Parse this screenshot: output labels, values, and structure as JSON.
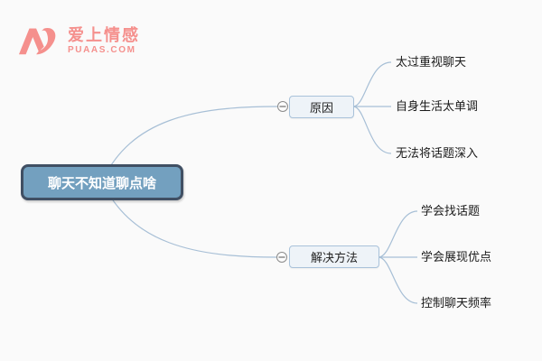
{
  "logo": {
    "brand": "爱上情感",
    "domain": "PUAAS.COM",
    "color": "#f5908d",
    "icon": "puaas-monogram-icon"
  },
  "mindmap": {
    "root": {
      "label": "聊天不知道聊点啥",
      "fill": "#73a0bf",
      "border": "#404f63",
      "text_color": "#ffffff"
    },
    "branches": [
      {
        "label": "原因",
        "collapse_icon": "minus",
        "children": [
          "太过重视聊天",
          "自身生活太单调",
          "无法将话题深入"
        ]
      },
      {
        "label": "解决方法",
        "collapse_icon": "minus",
        "children": [
          "学会找话题",
          "学会展现优点",
          "控制聊天频率"
        ]
      }
    ],
    "line_color": "#a7bfd6",
    "branch_fill": "#eef3f8",
    "branch_border": "#a9c2da",
    "collapse_circle_stroke": "#8b8b8b",
    "collapse_circle_fill": "#fdfdfd"
  }
}
